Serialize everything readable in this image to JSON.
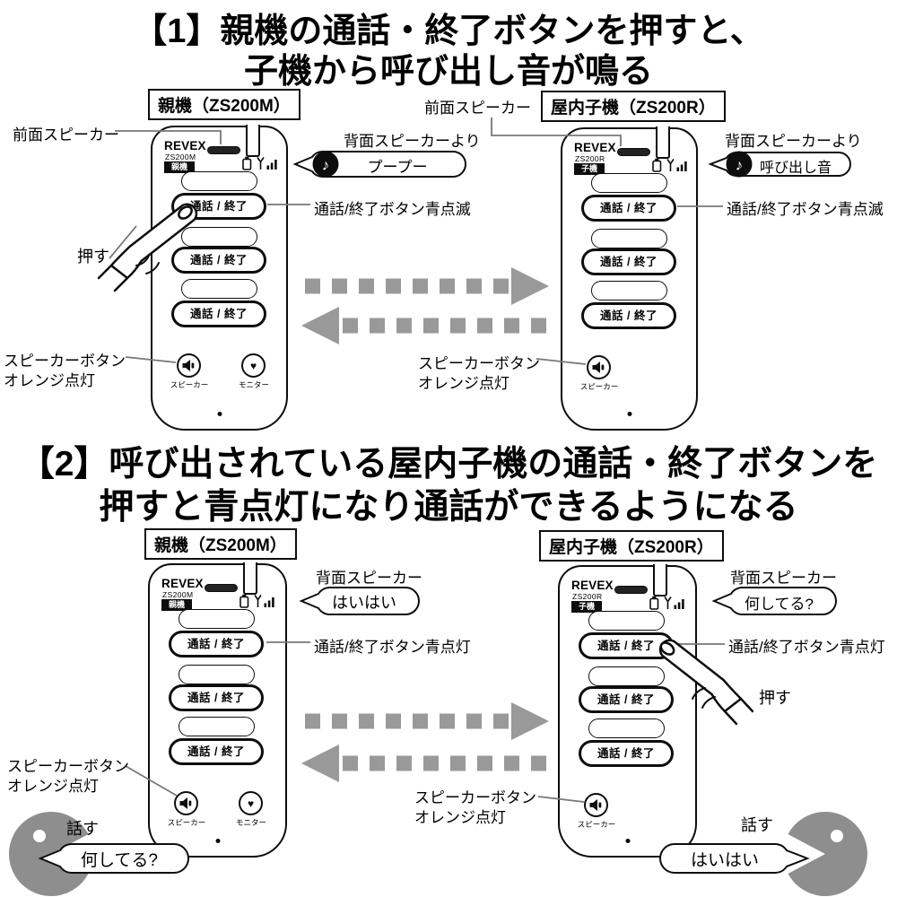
{
  "sections": [
    {
      "title_line1": "【1】親機の通話・終了ボタンを押すと、",
      "title_line2": "子機から呼び出し音が鳴る"
    },
    {
      "title_line1": "【2】呼び出されている屋内子機の通話・終了ボタンを",
      "title_line2": "押すと青点灯になり通話ができるようになる"
    }
  ],
  "devices": [
    {
      "header": "親機（ZS200M）",
      "brand": "REVEX",
      "model": "ZS200M",
      "badge": "親機"
    },
    {
      "header": "屋内子機（ZS200R）",
      "brand": "REVEX",
      "model": "ZS200R",
      "badge": "子機"
    },
    {
      "header": "親機（ZS200M）",
      "brand": "REVEX",
      "model": "ZS200M",
      "badge": "親機"
    },
    {
      "header": "屋内子機（ZS200R）",
      "brand": "REVEX",
      "model": "ZS200R",
      "badge": "子機"
    }
  ],
  "common": {
    "talk_label": "通話 / 終了",
    "speaker_label": "スピーカー",
    "monitor_label": "モニター"
  },
  "labels": {
    "front_speaker": "前面スピーカー",
    "rear_speaker_from": "背面スピーカーより",
    "rear_speaker": "背面スピーカー",
    "talk_blink_blue": "通話/終了ボタン青点滅",
    "talk_lit_blue": "通話/終了ボタン青点灯",
    "press": "押す",
    "speaker_btn_line1": "スピーカーボタン",
    "speaker_btn_line2": "オレンジ点灯",
    "talk": "話す"
  },
  "bubbles": {
    "beep": "プープー",
    "ring": "呼び出し音",
    "yes_yes": "はいはい",
    "what_doing": "何してる?",
    "note_icon": "♪"
  },
  "colors": {
    "ink": "#0d0d0d",
    "arrow_gray": "#999999",
    "figure_gray": "#8e8e8e"
  }
}
